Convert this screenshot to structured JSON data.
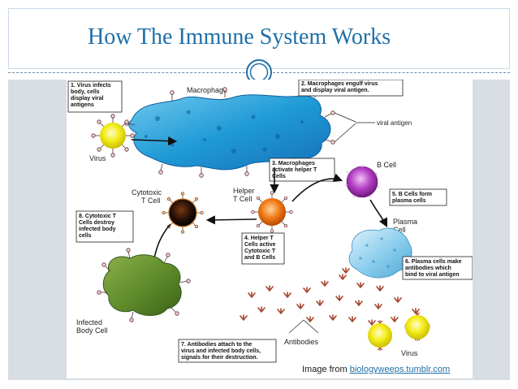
{
  "slide": {
    "title": "How The Immune System Works",
    "credit_prefix": "Image from",
    "credit_link": "biologyweeps.tumblr.com"
  },
  "diagram": {
    "steps": [
      [
        "1. Virus infects",
        "body, cells",
        "display viral",
        "antigens"
      ],
      [
        "2. Macrophages engulf virus",
        "and display viral antigen."
      ],
      [
        "3. Macrophages",
        "activate helper T",
        "Cells"
      ],
      [
        "4. Helper T",
        "Cells active",
        "Cytotoxic T",
        "and B Cells"
      ],
      [
        "5. B Cells form",
        "plasma cells"
      ],
      [
        "6. Plasma cells make",
        "antibodies which",
        "bind to viral antigen"
      ],
      [
        "7. Antibodies attach to the",
        "virus and infected body cells,",
        "signals for their destruction."
      ],
      [
        "8. Cytotoxic T",
        "Cells destroy",
        "infected body",
        "cells"
      ]
    ],
    "labels": {
      "macrophage": "Macrophage",
      "viral_antigen": "viral antigen",
      "virus_left": "Virus",
      "virus_right": "Virus",
      "b_cell": "B Cell",
      "helper_t": [
        "Helper",
        "T Cell"
      ],
      "cytotoxic_t": [
        "Cytotoxic",
        "T Cell"
      ],
      "plasma_cell": [
        "Plasma",
        "Cell"
      ],
      "infected_cell": [
        "Infected",
        "Body Cell"
      ],
      "antibodies": "Antibodies"
    }
  }
}
